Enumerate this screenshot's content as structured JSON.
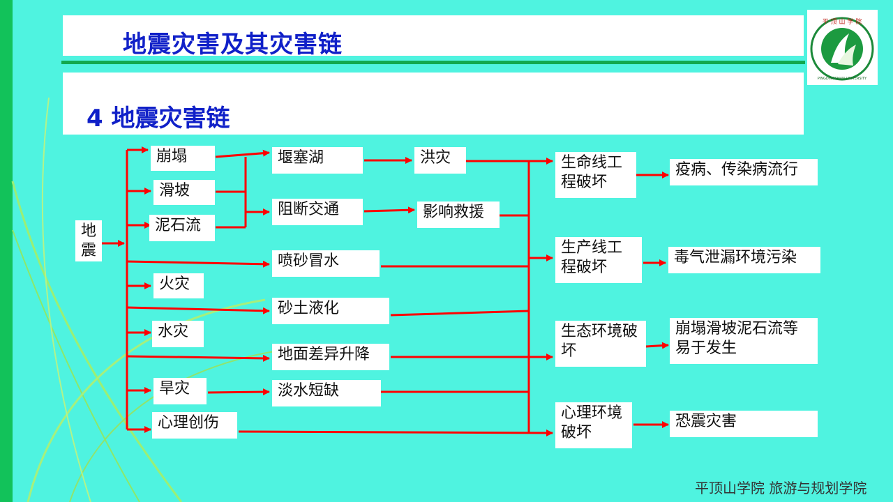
{
  "header": {
    "title": "地震灾害及其灾害链",
    "subtitle": "4  地震灾害链"
  },
  "logo": {
    "top_text": "平 顶 山 学 院",
    "bottom_text": "PINGDINGSHAN UNIVERSITY"
  },
  "nodes": {
    "n_dizhen": "地震",
    "n_bengta": "崩塌",
    "n_huapo": "滑坡",
    "n_nishiliu": "泥石流",
    "n_yansaihu": "堰塞湖",
    "n_hongzai": "洪灾",
    "n_zuduan": "阻断交通",
    "n_jiuyuan": "影响救援",
    "n_penshamaoshui": "喷砂冒水",
    "n_huozai": "火灾",
    "n_shatu": "砂土液化",
    "n_shuizai": "水灾",
    "n_dimian": "地面差异升降",
    "n_hanzai": "旱灾",
    "n_danshui": "淡水短缺",
    "n_xinli": "心理创伤",
    "n_shengming": "生命线工程破坏",
    "n_shengchan": "生产线工程破坏",
    "n_shengtai": "生态环境破坏",
    "n_xinlihuanjing": "心理环境破坏",
    "n_yibing": "疫病、传染病流行",
    "n_duqi": "毒气泄漏环境污染",
    "n_bengta2": "崩塌滑坡泥石流等易于发生",
    "n_kongzhen": "恐震灾害"
  },
  "footer": {
    "text": "平顶山学院  旅游与规划学院"
  },
  "colors": {
    "background": "#4FF3E0",
    "left_bar": "#12C25A",
    "title_blue": "#1020C8",
    "arrow_red": "#FF0000",
    "divider_green": "#12A84E"
  }
}
